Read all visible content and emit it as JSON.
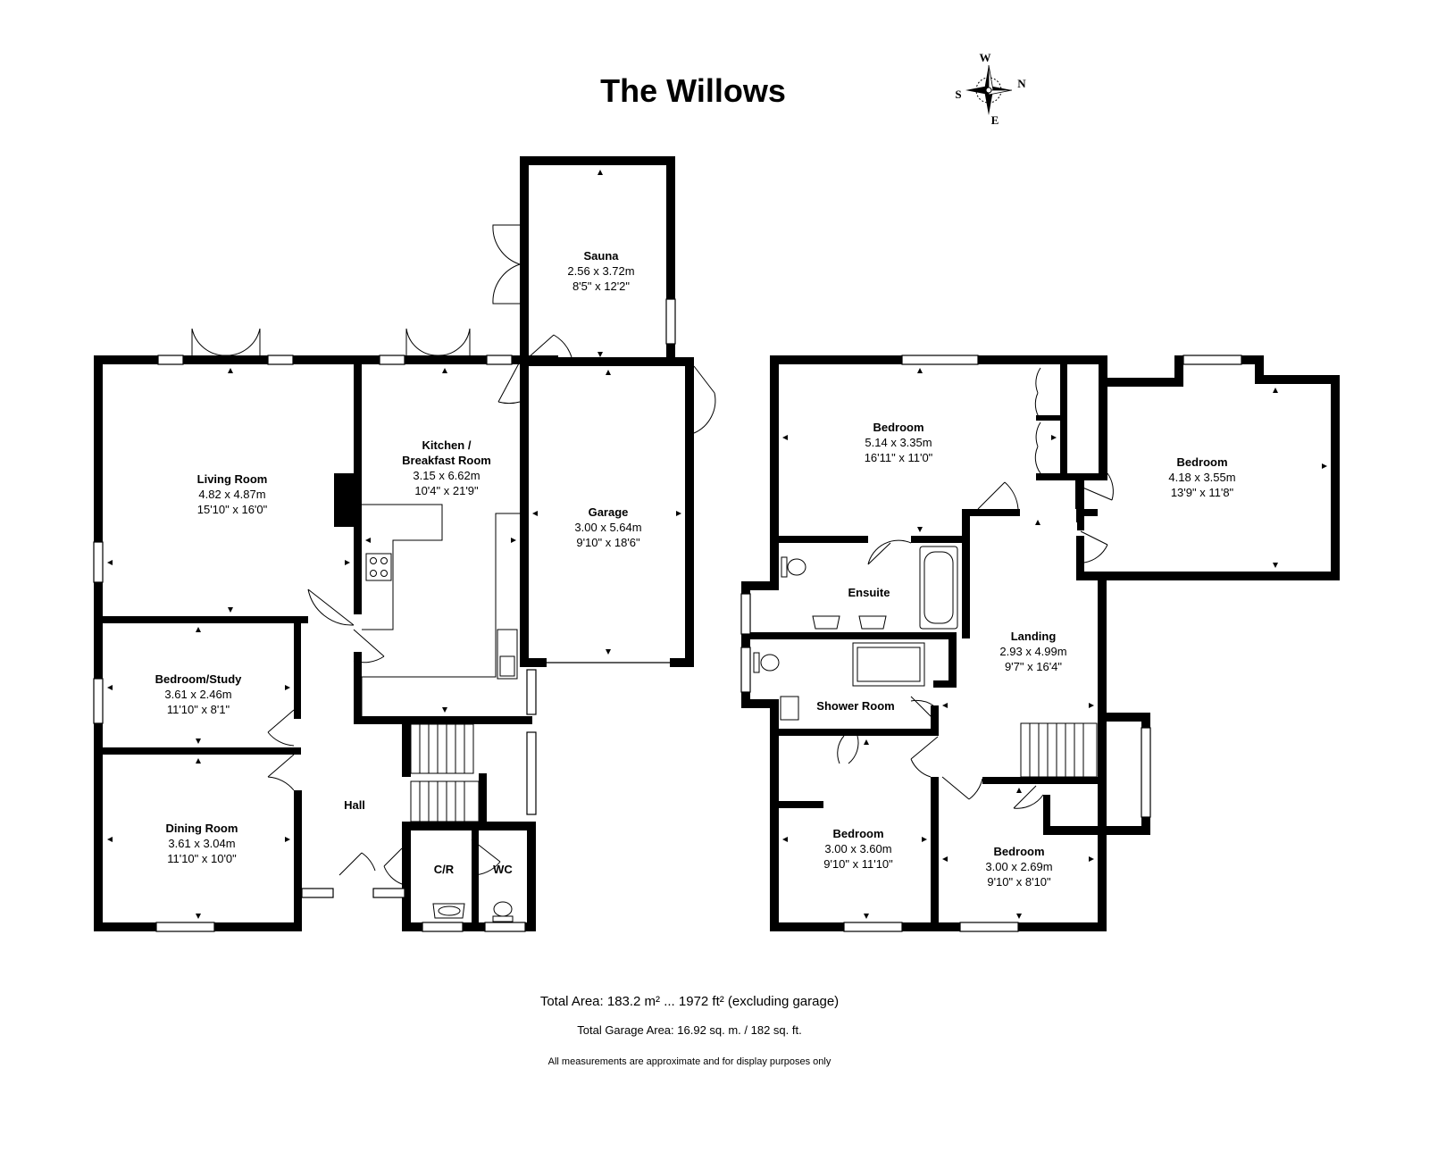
{
  "title": "The Willows",
  "compass": {
    "top": "W",
    "left": "S",
    "right": "N",
    "bottom": "E"
  },
  "rooms": {
    "sauna": {
      "name": "Sauna",
      "metric": "2.56 x 3.72m",
      "imperial": "8'5\" x 12'2\""
    },
    "living": {
      "name": "Living Room",
      "metric": "4.82 x 4.87m",
      "imperial": "15'10\" x 16'0\""
    },
    "kitchen": {
      "name1": "Kitchen /",
      "name2": "Breakfast Room",
      "metric": "3.15 x 6.62m",
      "imperial": "10'4\" x 21'9\""
    },
    "garage": {
      "name": "Garage",
      "metric": "3.00 x 5.64m",
      "imperial": "9'10\" x 18'6\""
    },
    "study": {
      "name": "Bedroom/Study",
      "metric": "3.61 x 2.46m",
      "imperial": "11'10\" x 8'1\""
    },
    "dining": {
      "name": "Dining Room",
      "metric": "3.61 x 3.04m",
      "imperial": "11'10\" x 10'0\""
    },
    "hall": {
      "name": "Hall"
    },
    "cr": {
      "name": "C/R"
    },
    "wc": {
      "name": "WC"
    },
    "bed1": {
      "name": "Bedroom",
      "metric": "5.14 x 3.35m",
      "imperial": "16'11\" x 11'0\""
    },
    "bed2": {
      "name": "Bedroom",
      "metric": "4.18 x 3.55m",
      "imperial": "13'9\" x 11'8\""
    },
    "ensuite": {
      "name": "Ensuite"
    },
    "landing": {
      "name": "Landing",
      "metric": "2.93 x 4.99m",
      "imperial": "9'7\" x 16'4\""
    },
    "shower": {
      "name": "Shower Room"
    },
    "bed3": {
      "name": "Bedroom",
      "metric": "3.00 x 3.60m",
      "imperial": "9'10\" x 11'10\""
    },
    "bed4": {
      "name": "Bedroom",
      "metric": "3.00 x 2.69m",
      "imperial": "9'10\" x 8'10\""
    }
  },
  "footer": {
    "total_area": "Total Area: 183.2 m² ... 1972 ft² (excluding garage)",
    "garage_area": "Total Garage Area: 16.92 sq. m. / 182 sq. ft.",
    "disclaimer": "All measurements are approximate and for display purposes only"
  }
}
